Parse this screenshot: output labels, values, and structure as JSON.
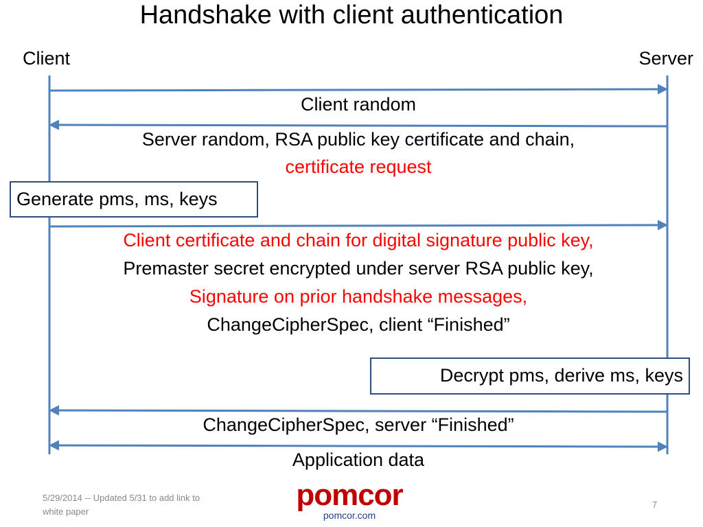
{
  "title": "Handshake with client authentication",
  "parties": {
    "client": "Client",
    "server": "Server"
  },
  "messages": {
    "m1": "Client random",
    "m2_line1": "Server random, RSA public key certificate and chain,",
    "m2_line2": "certificate request",
    "m3_line1": "Client certificate and chain for digital signature public key,",
    "m3_line2": "Premaster secret encrypted under server RSA public key,",
    "m3_line3": "Signature on prior handshake messages,",
    "m3_line4": "ChangeCipherSpec, client “Finished”",
    "m4": "ChangeCipherSpec, server “Finished”",
    "m5": "Application data"
  },
  "boxes": {
    "client_action": "Generate pms, ms, keys",
    "server_action": "Decrypt pms, derive ms, keys"
  },
  "footer": {
    "date_note": "5/29/2014 -- Updated 5/31 to add link to white paper",
    "logo_word": "pomcor",
    "logo_url": "pomcor.com",
    "page_number": "7"
  },
  "colors": {
    "arrow": "#4f81bd",
    "highlight": "#ff0000",
    "box_border": "#2f4f7a",
    "logo": "#c00000"
  }
}
